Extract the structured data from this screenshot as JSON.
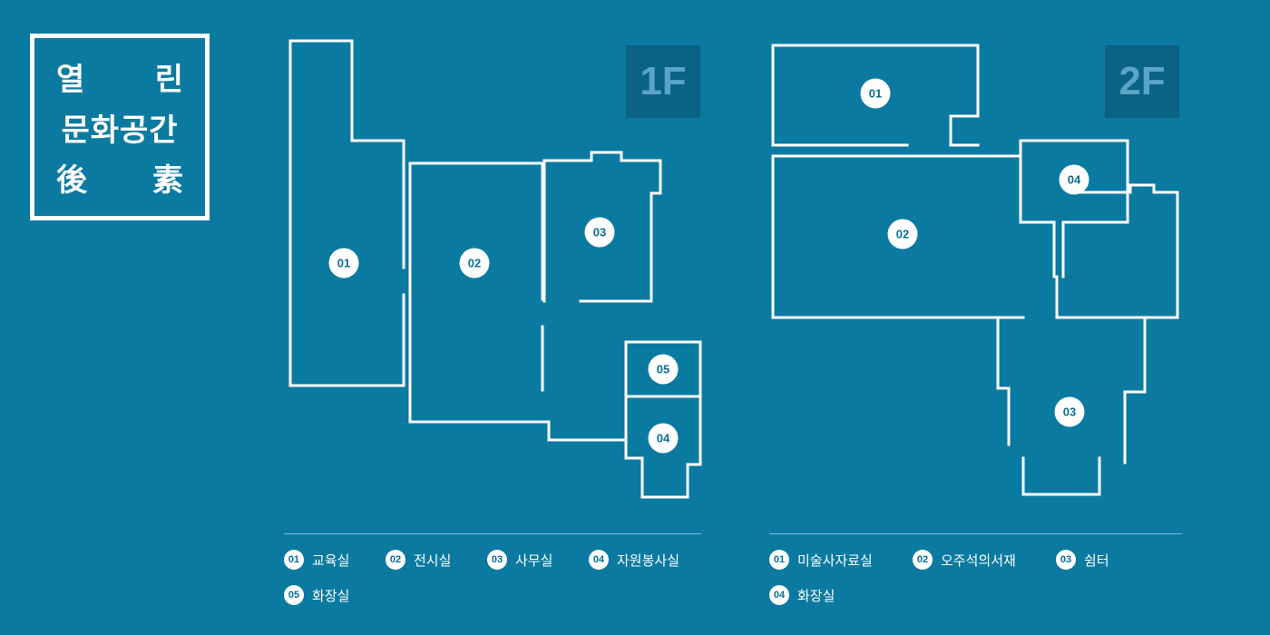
{
  "title": {
    "l1a": "열",
    "l1b": "린",
    "l2": "문화공간",
    "l3a": "後",
    "l3b": "素"
  },
  "floors": [
    {
      "label": "1F",
      "markers": [
        {
          "num": "01"
        },
        {
          "num": "02"
        },
        {
          "num": "03"
        },
        {
          "num": "05"
        },
        {
          "num": "04"
        }
      ],
      "legend": [
        {
          "num": "01",
          "label": "교육실"
        },
        {
          "num": "02",
          "label": "전시실"
        },
        {
          "num": "03",
          "label": "사무실"
        },
        {
          "num": "04",
          "label": "자원봉사실"
        },
        {
          "num": "05",
          "label": "화장실"
        }
      ]
    },
    {
      "label": "2F",
      "markers": [
        {
          "num": "01"
        },
        {
          "num": "02"
        },
        {
          "num": "04"
        },
        {
          "num": "03"
        }
      ],
      "legend": [
        {
          "num": "01",
          "label": "미술사자료실"
        },
        {
          "num": "02",
          "label": "오주석의서재"
        },
        {
          "num": "03",
          "label": "쉼터"
        },
        {
          "num": "04",
          "label": "화장실"
        }
      ]
    }
  ],
  "colors": {
    "background": "#0b7aa0",
    "line": "#ffffff",
    "floor_badge_bg": "#0a6285",
    "floor_badge_text": "#5ba4c5",
    "marker_number": "#0a6e94"
  }
}
